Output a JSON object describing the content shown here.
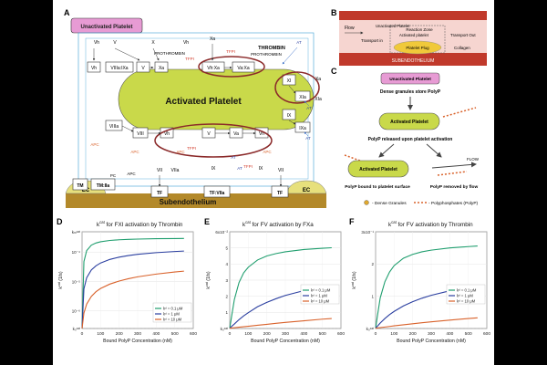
{
  "panels": {
    "a": "A",
    "b": "B",
    "c": "C",
    "d": "D",
    "e": "E",
    "f": "F"
  },
  "schematic": {
    "unactivated_platelet": "Unactivated Platelet",
    "activated_platelet": "Activated Platelet",
    "thrombin": "THROMBIN",
    "prothrombin_1": "PROTHROMBIN",
    "prothrombin_2": "PROTHROMBIN",
    "subendothelium": "Subendothelium",
    "ec": "EC",
    "complexes": {
      "viii_ixa": "VIIIa:IXa",
      "va_xa": "Va:Xa",
      "vh_xa": "Vh:Xa",
      "tm": "TM",
      "tm_iia": "TM:IIa",
      "tf": "TF",
      "tf_viia": "TF:VIIa",
      "tf_viia_2": "TF"
    },
    "boxes": {
      "vh": "Vh",
      "v": "V",
      "xa": "Xa",
      "xi": "XI",
      "xia": "XIa",
      "ix": "IX",
      "ixa": "IXa",
      "viiia": "VIIIa",
      "viii": "VIII",
      "vh2": "Vh",
      "v2": "V",
      "va": "Va",
      "vh3": "Vh"
    },
    "labels": {
      "xa_top": "Xa",
      "vh_top": "Vh",
      "x_top": "X",
      "v_top": "V",
      "vh_left": "Vh",
      "at1": "AT",
      "at2": "AT",
      "at3": "AT",
      "at4": "AT",
      "at5": "AT",
      "tfpi1": "TFPI",
      "tfpi2": "TFPI",
      "tfpi3": "TFPI",
      "tfpi4": "TFPI",
      "apc1": "APC",
      "apc2": "APC",
      "apc3": "APC",
      "apc4": "APC",
      "xa_r": "Xa",
      "xia_r": "XIa",
      "ix_b": "IX",
      "ix_b2": "IX",
      "vii": "VII",
      "viia": "VIIa",
      "vii2": "VII",
      "pc": "PC",
      "apc_b": "APC"
    }
  },
  "flow_diagram": {
    "flow": "Flow",
    "unactivated_platelet": "Unactivated Platelet",
    "activated_platelet": "Activated platelet",
    "reaction_zone": "Reaction Zone",
    "transport_in": "Transport in",
    "transport_out": "Transport Out",
    "platelet_plug": "Platelet Plug",
    "collagen": "Collagen",
    "subendothelium": "SUBENDOTHELIUM"
  },
  "polyp_diagram": {
    "unactivated_platelet": "Unactivated Platelet",
    "dense_granules_store": "Dense granules store PolyP",
    "activated_platelet_1": "Activated Platelet",
    "released": "PolyP released upon platelet activation",
    "activated_platelet_2": "Activated Platelet",
    "flow": "FLOW",
    "bound": "PolyP bound to platelet surface",
    "removed": "PolyP removed by flow",
    "legend_granules": "- Dense Granules",
    "legend_polyp": "- Polyphosphates (PolyP)"
  },
  "chart_data": [
    {
      "type": "line",
      "title_pre": "k",
      "title_sup": "cat",
      "title_post": " for FXI activation by Thrombin",
      "xlabel": "Bound PolyP Concentration (nM)",
      "ylabel_pre": "k",
      "ylabel_sup": "cat",
      "ylabel_post": " (1/s)",
      "yscale": "log",
      "xlim": [
        0,
        600
      ],
      "ylim": [
        2.5e-07,
        0.0005
      ],
      "x_ticks": [
        "0",
        "100",
        "200",
        "300",
        "400",
        "500",
        "600"
      ],
      "y_ticks": [
        {
          "value": 2.5e-07,
          "label": "k₀ᶜᵃᵗ"
        },
        {
          "value": 1e-06,
          "label": "10⁻⁶"
        },
        {
          "value": 1e-05,
          "label": "10⁻⁵"
        },
        {
          "value": 0.0001,
          "label": "10⁻⁴"
        },
        {
          "value": 0.0005,
          "label": "kₘᶜᵃᵗ"
        }
      ],
      "x": [
        0,
        10,
        25,
        50,
        75,
        100,
        150,
        200,
        250,
        300,
        400,
        500,
        550
      ],
      "series": [
        {
          "name": "kᵈ = 0.1 μM",
          "color": "#1f9e6e",
          "values": [
            2.5e-07,
            4.8e-05,
            0.000114,
            0.000175,
            0.000207,
            0.000228,
            0.000253,
            0.000267,
            0.000276,
            0.000282,
            0.00029,
            0.000294,
            0.000296
          ]
        },
        {
          "name": "kᵈ = 1 μM",
          "color": "#2b3fa0",
          "values": [
            2.5e-07,
            5.6e-06,
            1.35e-05,
            2.48e-05,
            3.45e-05,
            4.3e-05,
            5.7e-05,
            6.8e-05,
            7.7e-05,
            8.5e-05,
            9.7e-05,
            0.000106,
            0.00011
          ]
        },
        {
          "name": "kᵈ = 10 μM",
          "color": "#d9622b",
          "values": [
            2.5e-07,
            8.4e-07,
            1.7e-06,
            3.1e-06,
            4.5e-06,
            5.8e-06,
            8.2e-06,
            1.04e-05,
            1.25e-05,
            1.45e-05,
            1.8e-05,
            2.12e-05,
            2.27e-05
          ]
        }
      ],
      "legend": "bottom-right",
      "grid": true
    },
    {
      "type": "line",
      "title_pre": "k",
      "title_sup": "cat",
      "title_post": " for FV activation by FXa",
      "xlabel": "Bound PolyP Concentration (nM)",
      "ylabel_pre": "k",
      "ylabel_sup": "cat",
      "ylabel_post": " (1/s)",
      "yscale": "linear",
      "xlim": [
        0,
        600
      ],
      "ylim": [
        0,
        0.06
      ],
      "x_ticks": [
        "0",
        "100",
        "200",
        "300",
        "400",
        "500",
        "600"
      ],
      "y_ticks": [
        {
          "value": 0.0,
          "label": "k₀ᶜᵃᵗ"
        },
        {
          "value": 0.01,
          "label": "1"
        },
        {
          "value": 0.02,
          "label": "2"
        },
        {
          "value": 0.03,
          "label": "3"
        },
        {
          "value": 0.04,
          "label": "4"
        },
        {
          "value": 0.05,
          "label": "5"
        },
        {
          "value": 0.06,
          "label": "6x10⁻²"
        }
      ],
      "x": [
        0,
        10,
        25,
        50,
        75,
        100,
        150,
        200,
        250,
        300,
        400,
        500,
        550
      ],
      "series": [
        {
          "name": "kᵈ = 0.1 μM",
          "color": "#1f9e6e",
          "values": [
            0.0002,
            0.0075,
            0.018,
            0.0285,
            0.0345,
            0.038,
            0.0425,
            0.045,
            0.0465,
            0.0476,
            0.049,
            0.0498,
            0.0501
          ]
        },
        {
          "name": "kᵈ = 1 μM",
          "color": "#2b3fa0",
          "values": [
            0.0002,
            0.0013,
            0.0028,
            0.0055,
            0.0078,
            0.0098,
            0.0135,
            0.0162,
            0.0185,
            0.0205,
            0.0235,
            0.0258,
            0.0268
          ]
        },
        {
          "name": "kᵈ = 10 μM",
          "color": "#d9622b",
          "values": [
            0.0002,
            0.0003,
            0.0005,
            0.0008,
            0.0011,
            0.0014,
            0.002,
            0.0026,
            0.0032,
            0.0038,
            0.0048,
            0.0058,
            0.0062
          ]
        }
      ],
      "legend": "top-right",
      "grid": true
    },
    {
      "type": "line",
      "title_pre": "k",
      "title_sup": "cat",
      "title_post": " for FV activation by Thrombin",
      "xlabel": "Bound PolyP Concentration (nM)",
      "ylabel_pre": "k",
      "ylabel_sup": "cat",
      "ylabel_post": " (1/s)",
      "yscale": "linear",
      "xlim": [
        0,
        600
      ],
      "ylim": [
        0,
        0.3
      ],
      "x_ticks": [
        "0",
        "100",
        "200",
        "300",
        "400",
        "500",
        "600"
      ],
      "y_ticks": [
        {
          "value": 0.0,
          "label": "k₀ᶜᵃᵗ"
        },
        {
          "value": 0.1,
          "label": "1"
        },
        {
          "value": 0.2,
          "label": "2"
        },
        {
          "value": 0.3,
          "label": "3x10⁻¹"
        }
      ],
      "x": [
        0,
        10,
        25,
        50,
        75,
        100,
        150,
        200,
        250,
        300,
        400,
        500,
        550
      ],
      "series": [
        {
          "name": "kᵈ = 0.1 μM",
          "color": "#1f9e6e",
          "values": [
            0.001,
            0.04,
            0.095,
            0.145,
            0.175,
            0.195,
            0.218,
            0.23,
            0.238,
            0.243,
            0.25,
            0.254,
            0.256
          ]
        },
        {
          "name": "kᵈ = 1 μM",
          "color": "#2b3fa0",
          "values": [
            0.001,
            0.0075,
            0.017,
            0.031,
            0.043,
            0.053,
            0.07,
            0.083,
            0.094,
            0.103,
            0.117,
            0.128,
            0.132
          ]
        },
        {
          "name": "kᵈ = 10 μM",
          "color": "#d9622b",
          "values": [
            0.001,
            0.0017,
            0.0028,
            0.0046,
            0.0064,
            0.0082,
            0.0115,
            0.0148,
            0.0178,
            0.0206,
            0.026,
            0.031,
            0.033
          ]
        }
      ],
      "legend": "top-right",
      "grid": true
    }
  ],
  "colors": {
    "platelet_fill": "#c9d94a",
    "platelet_pink": "#e79bd4",
    "subendothelium": "#b3892a",
    "oval_outline": "#8b2a2a",
    "vessel_red": "#c0392b",
    "arrow_blue": "#3b6fc8"
  }
}
